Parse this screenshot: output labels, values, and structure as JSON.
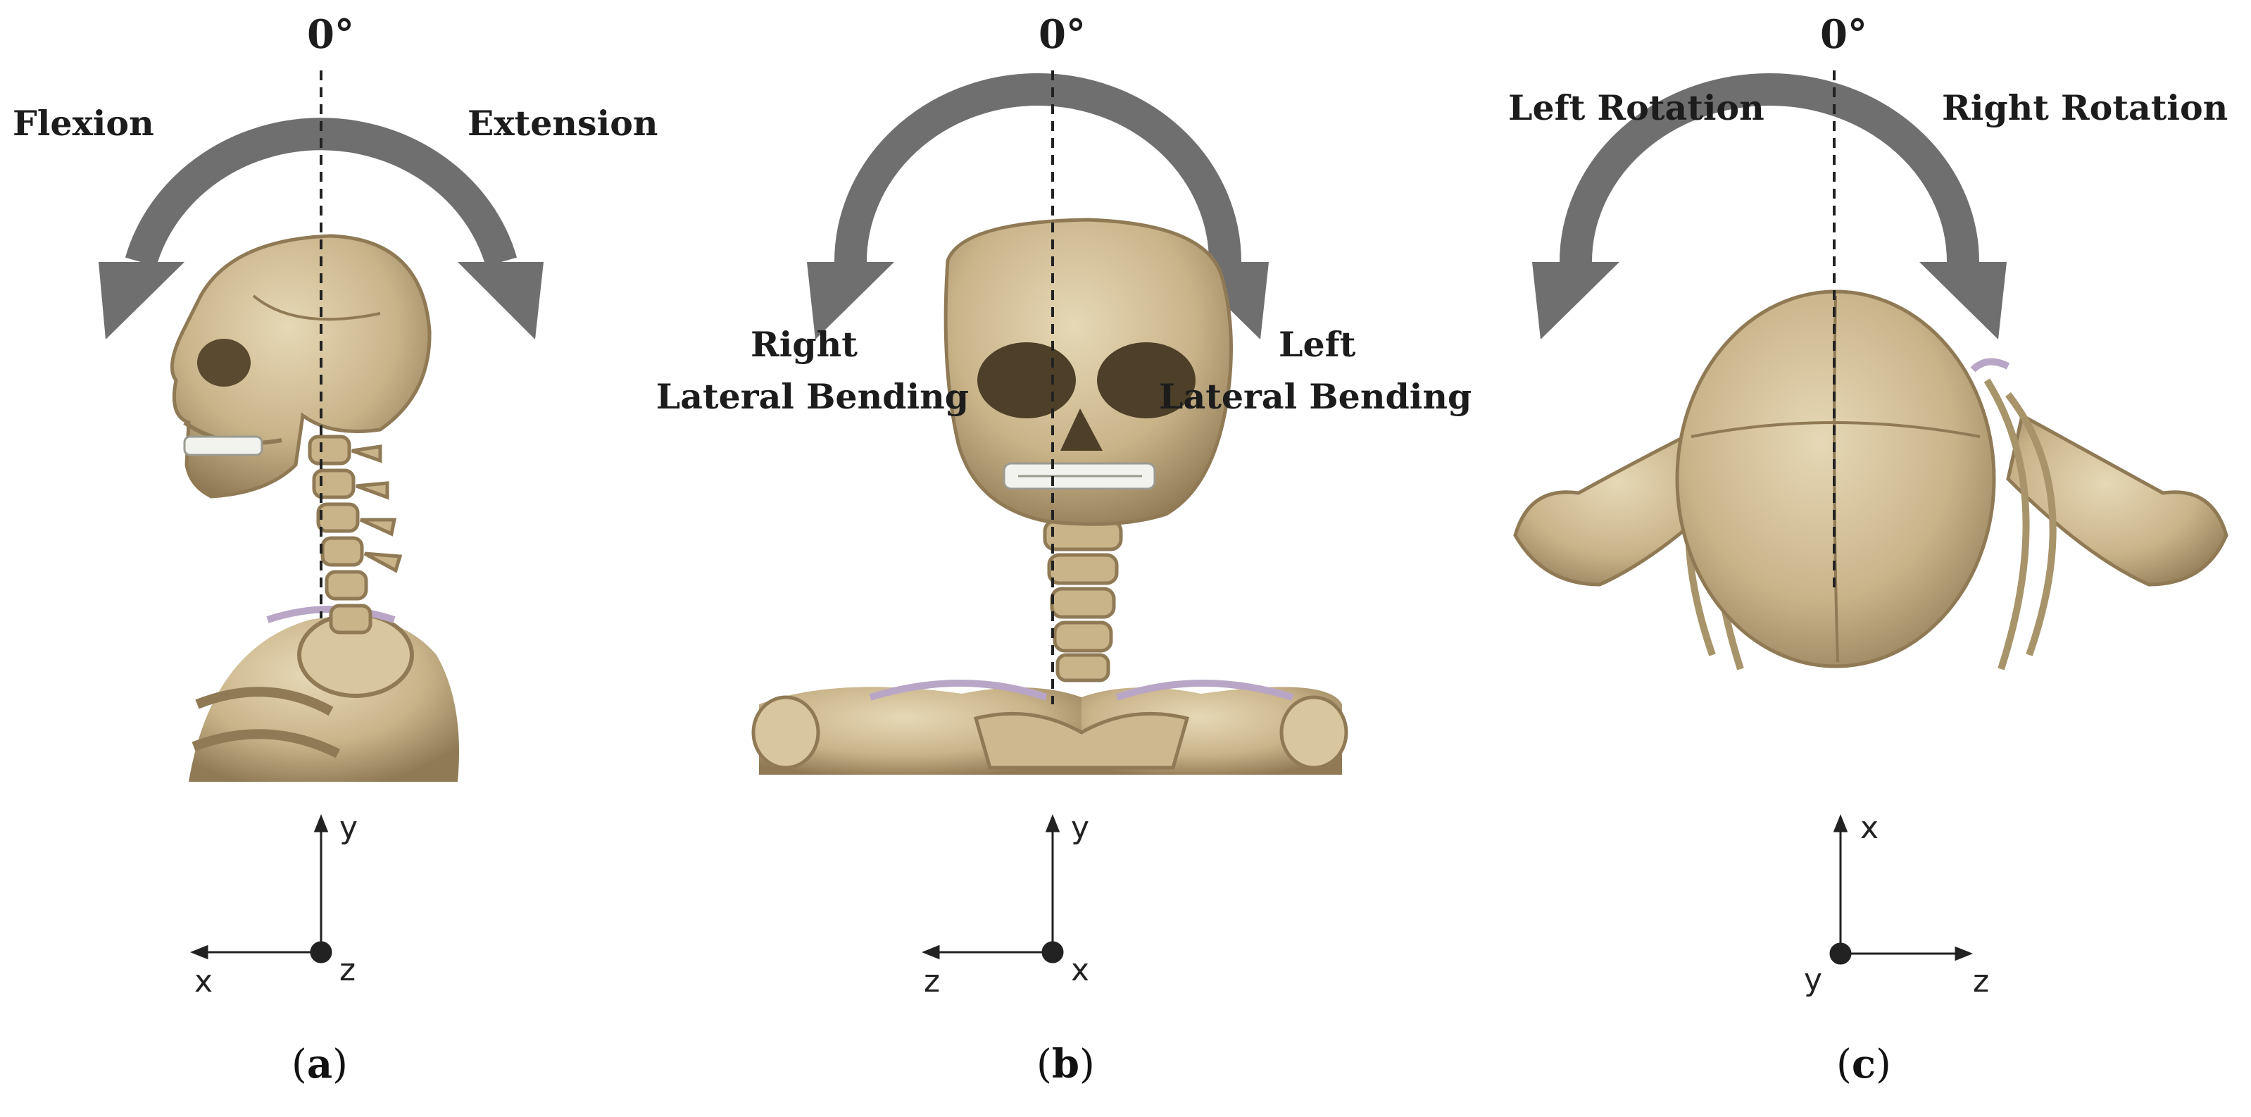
{
  "panels": {
    "a": {
      "angle": "0°",
      "motion_left": "Flexion",
      "motion_right": "Extension",
      "axis_up": "y",
      "axis_side": "x",
      "axis_out": "z",
      "caption_letter": "a"
    },
    "b": {
      "angle": "0°",
      "motion_left_1": "Right",
      "motion_left_2": "Lateral Bending",
      "motion_right_1": "Left",
      "motion_right_2": "Lateral Bending",
      "axis_up": "y",
      "axis_side": "z",
      "axis_out": "x",
      "caption_letter": "b"
    },
    "c": {
      "angle": "0°",
      "motion_left": "Left Rotation",
      "motion_right": "Right Rotation",
      "axis_up": "x",
      "axis_side": "z",
      "axis_out": "y",
      "caption_letter": "c"
    }
  },
  "colors": {
    "arrow": "#6f6f6f",
    "bone": "#c9b48a",
    "bone_shadow": "#8f7a55",
    "bone_highlight": "#e6d8b6",
    "teeth": "#f2f2ee",
    "cartilage": "#b9a6c6"
  }
}
